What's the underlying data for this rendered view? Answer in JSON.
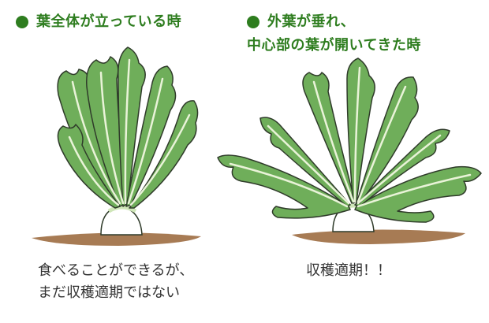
{
  "colors": {
    "accent_green": "#2e7d1f",
    "leaf": "#6fae5a",
    "leaf_outline": "#2f3b2a",
    "vein": "#e9f3d8",
    "soil": "#a77b54",
    "root": "#ffffff"
  },
  "left_panel": {
    "heading": "葉全体が立っている時",
    "caption_lines": [
      "食べることができるが、",
      "まだ収穫適期ではない"
    ]
  },
  "right_panel": {
    "heading_lines": [
      "外葉が垂れ、",
      "中心部の葉が開いてきた時"
    ],
    "caption": "収穫適期！！"
  }
}
